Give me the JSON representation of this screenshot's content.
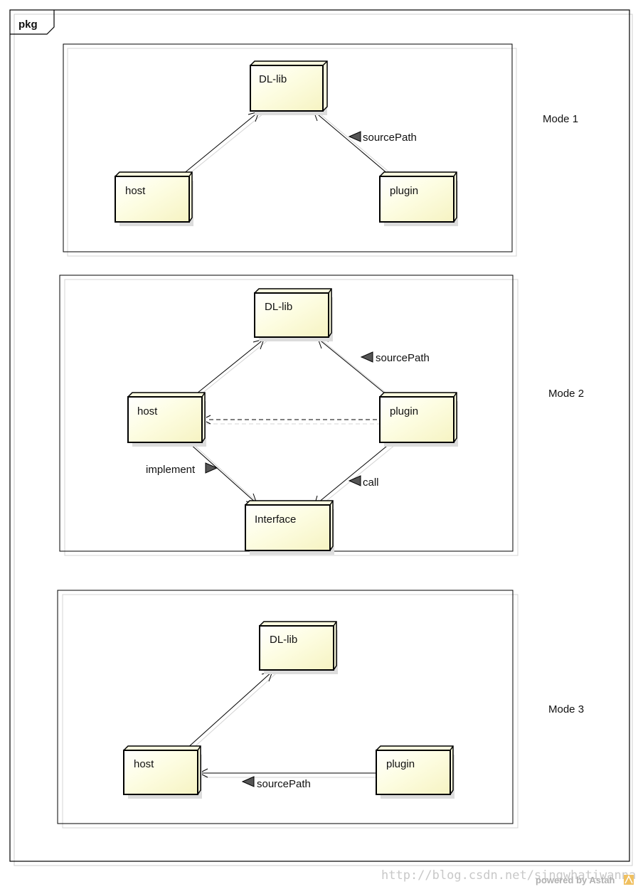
{
  "frame": {
    "tag": "pkg"
  },
  "modes": [
    {
      "label": "Mode 1",
      "nodes": {
        "dllib": "DL-lib",
        "host": "host",
        "plugin": "plugin"
      },
      "edges": {
        "plugin_to_dllib": "sourcePath"
      }
    },
    {
      "label": "Mode 2",
      "nodes": {
        "dllib": "DL-lib",
        "host": "host",
        "plugin": "plugin",
        "interface": "Interface"
      },
      "edges": {
        "plugin_to_dllib": "sourcePath",
        "host_to_interface": "implement",
        "plugin_to_interface": "call"
      }
    },
    {
      "label": "Mode 3",
      "nodes": {
        "dllib": "DL-lib",
        "host": "host",
        "plugin": "plugin"
      },
      "edges": {
        "plugin_to_host": "sourcePath"
      }
    }
  ],
  "watermark": {
    "url": "http://blog.csdn.net/singwhatiwanna",
    "tool": "powered by Astah"
  },
  "colors": {
    "node_fill": "#fdfde0",
    "node_fill_light": "#ffffff",
    "stroke": "#000000",
    "shadow": "#d8d8d8"
  }
}
